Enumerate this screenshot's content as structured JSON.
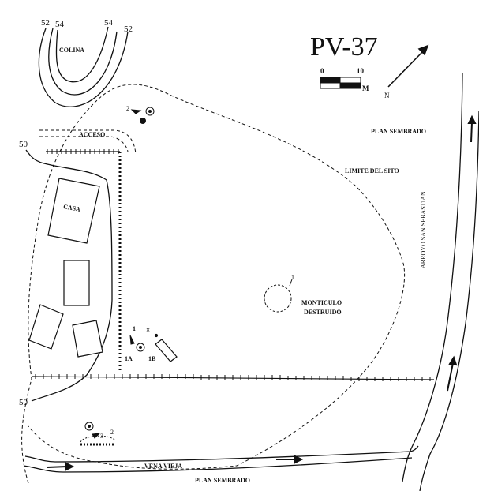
{
  "map": {
    "title": "PV-37",
    "scale": {
      "start": "0",
      "end": "10",
      "unit": "M"
    },
    "north_label": "N",
    "labels": {
      "colina": "COLINA",
      "acceso": "ACCESO",
      "casa": "CASA",
      "limite": "LIMITE DEL SITO",
      "plan_top": "PLAN SEMBRADO",
      "plan_bottom": "PLAN SEMBRADO",
      "monticulo_1": "MONTICULO",
      "monticulo_2": "DESTRUIDO",
      "arroyo": "ARROYO  SAN  SEBASTIAN",
      "vena": "VENA  VIEJA"
    },
    "contours": [
      "52",
      "54",
      "54",
      "52",
      "50",
      "50"
    ],
    "features": {
      "f1": "1",
      "f1a": "1A",
      "f1b": "1B",
      "f2": "2",
      "f2b": "2",
      "f3": "3",
      "mound": "1"
    }
  }
}
